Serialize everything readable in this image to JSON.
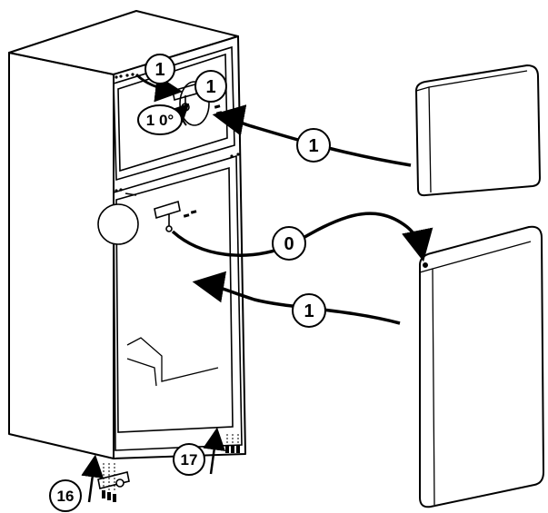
{
  "callouts": {
    "c_top_hinge": "1",
    "c_top_screw": "1",
    "c_freezer_door": "1",
    "c_rotate": "1 0°",
    "c_fridge_door": "0",
    "c_fridge_door_arrow2": "1",
    "c_bottom_16": "16",
    "c_bottom_17": "17"
  },
  "colors": {
    "line": "#000000",
    "fill": "#ffffff",
    "shade": "#e6e6e6"
  }
}
